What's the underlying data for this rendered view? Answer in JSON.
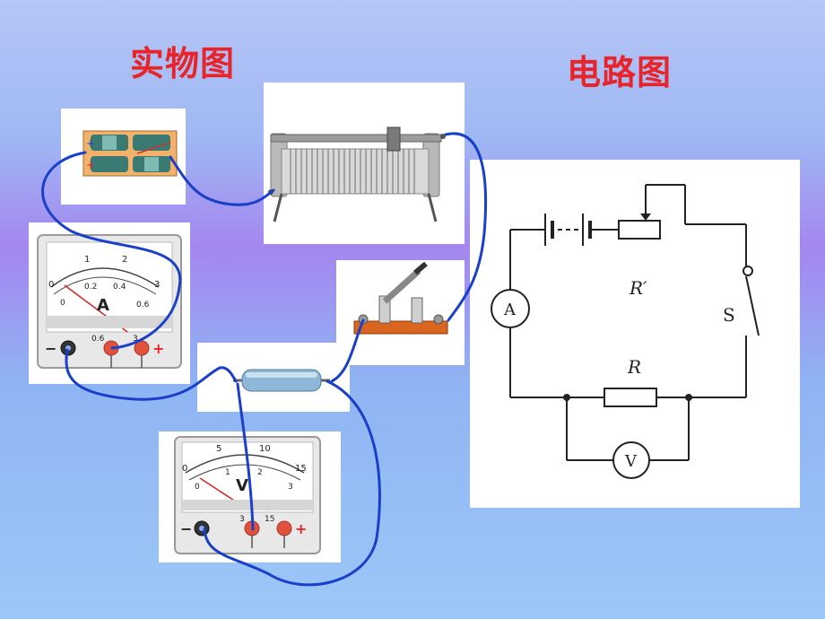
{
  "titles": {
    "physical": "实物图",
    "circuit": "电路图"
  },
  "ammeter": {
    "letter": "A",
    "top_scale": [
      "0",
      "1",
      "2",
      "3"
    ],
    "bottom_scale": [
      "0",
      "0.2",
      "0.4",
      "0.6"
    ],
    "terminals": [
      "−",
      "0.6",
      "3",
      "+"
    ]
  },
  "voltmeter": {
    "letter": "V",
    "top_scale": [
      "0",
      "5",
      "10",
      "15"
    ],
    "bottom_scale": [
      "0",
      "1",
      "2",
      "3"
    ],
    "terminals": [
      "−",
      "3",
      "15",
      "+"
    ]
  },
  "schematic": {
    "ammeter_symbol": "A",
    "voltmeter_symbol": "V",
    "rheostat_label": "R′",
    "resistor_label": "R",
    "switch_label": "S"
  },
  "colors": {
    "title": "#e8242a",
    "wire": "#1a3fc8",
    "terminal_red": "#e0533a",
    "terminal_black": "#333333"
  }
}
